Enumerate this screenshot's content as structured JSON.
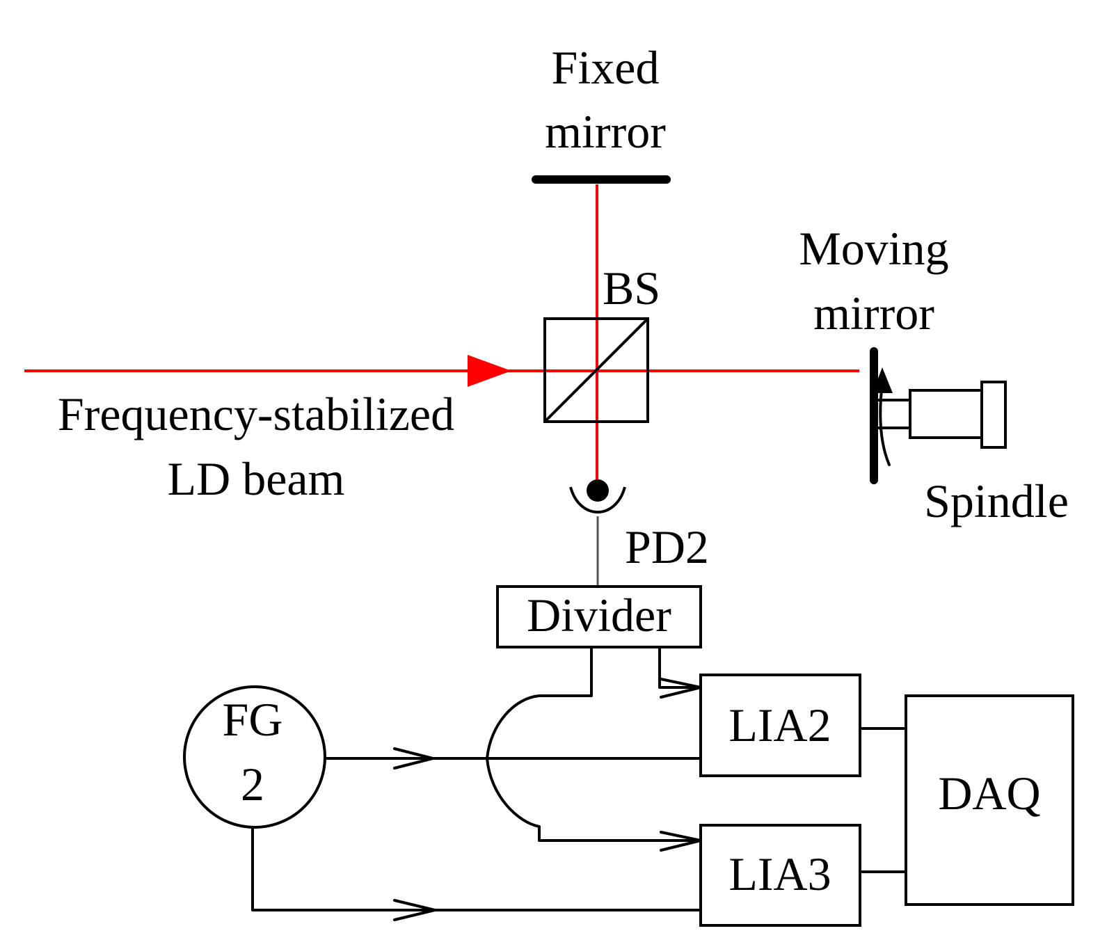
{
  "labels": {
    "fixed_mirror_l1": "Fixed",
    "fixed_mirror_l2": "mirror",
    "bs": "BS",
    "moving_mirror_l1": "Moving",
    "moving_mirror_l2": "mirror",
    "source_l1": "Frequency-stabilized",
    "source_l2": "LD beam",
    "spindle": "Spindle",
    "pd2": "PD2",
    "divider": "Divider",
    "fg_l1": "FG",
    "fg_l2": "2",
    "lia2": "LIA2",
    "lia3": "LIA3",
    "daq": "DAQ"
  },
  "colors": {
    "beam": "#ff0000",
    "line": "#000000",
    "background": "#ffffff"
  }
}
